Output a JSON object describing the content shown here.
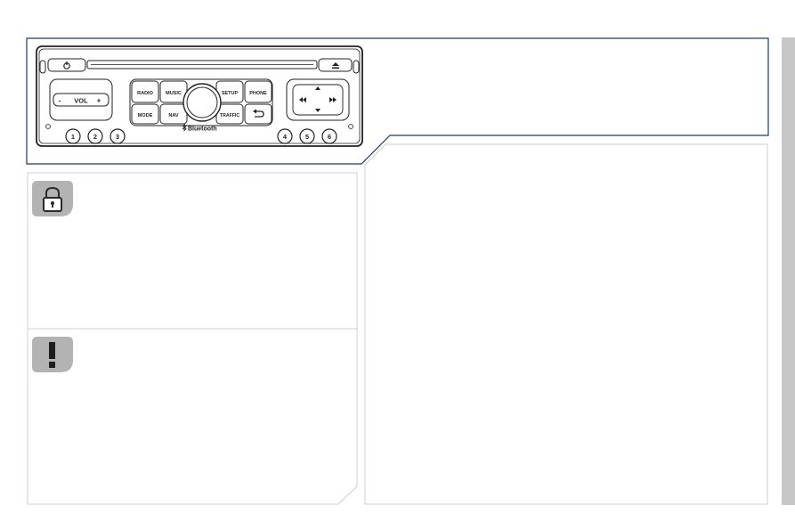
{
  "radio_unit": {
    "power_icon": "power-icon",
    "eject_icon": "eject-icon",
    "volume": {
      "label": "VOL",
      "minus": "-",
      "plus": "+"
    },
    "buttons": {
      "radio": "RADIO",
      "music": "MUSIC",
      "setup": "SETUP",
      "phone": "PHONE",
      "mode": "MODE",
      "nav": "NAV",
      "traffic": "TRAFFIC"
    },
    "bluetooth_label": "Bluetooth",
    "bluetooth_icon": "bluetooth-icon",
    "back_icon": "back-arrow-icon",
    "nav_pad_icons": [
      "arrow-up-icon",
      "arrow-down-icon",
      "rewind-icon",
      "fast-forward-icon"
    ],
    "presets_left": [
      "1",
      "2",
      "3"
    ],
    "presets_right": [
      "4",
      "5",
      "6"
    ]
  },
  "info_boxes": [
    {
      "icon": "lock-icon",
      "icon_color": "#b3b3b3"
    },
    {
      "icon": "exclamation-icon",
      "icon_glyph": "!",
      "icon_color": "#b3b3b3"
    }
  ],
  "colors": {
    "frame_border": "#1f3a68",
    "panel_border": "#cfcfcf",
    "sidebar": "#c7c7c7"
  }
}
